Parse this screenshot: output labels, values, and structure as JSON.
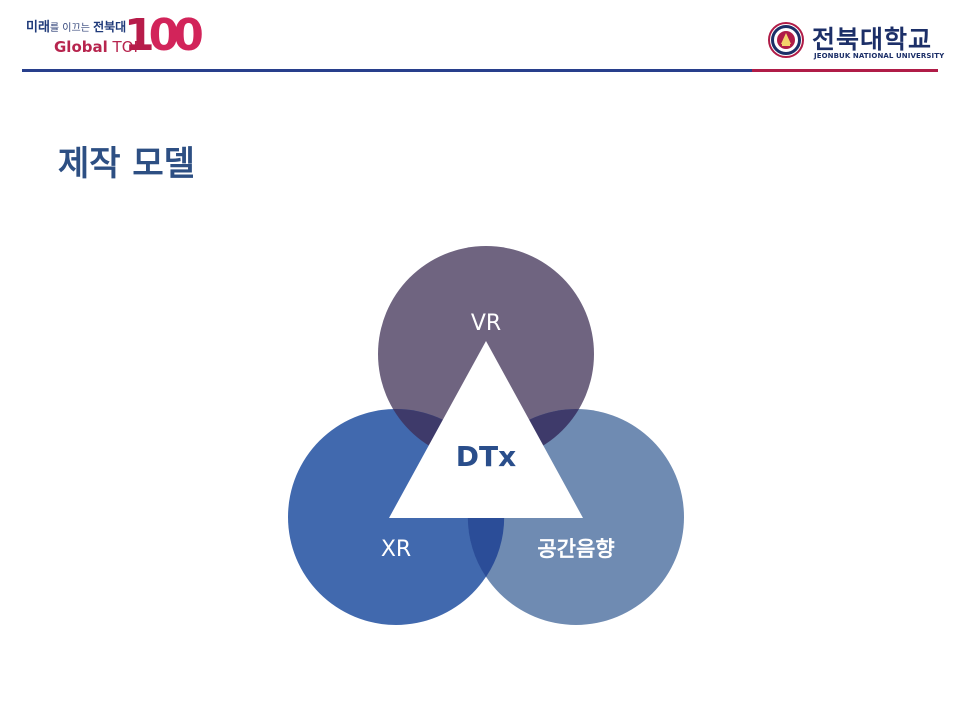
{
  "header": {
    "slogan_lead": "미래",
    "slogan_small": "를 이끄는 ",
    "slogan_strong": "전북대",
    "slogan_global": "Global",
    "slogan_top": " TOP",
    "slogan_one": "1",
    "slogan_zeros": "00",
    "university_name": "전북대학교",
    "university_english": "JEONBUK NATIONAL UNIVERSITY"
  },
  "slide": {
    "title": "제작 모델"
  },
  "diagram": {
    "center_label": "DTx",
    "circles": [
      {
        "label": "VR",
        "color": "#6f6480"
      },
      {
        "label": "XR",
        "color": "#4169ae"
      },
      {
        "label": "공간음향",
        "color": "#6f8bb2"
      }
    ],
    "overlap_color": "#3e3a6a",
    "triangle_color": "#ffffff",
    "center_label_color": "#2a4e8b"
  }
}
